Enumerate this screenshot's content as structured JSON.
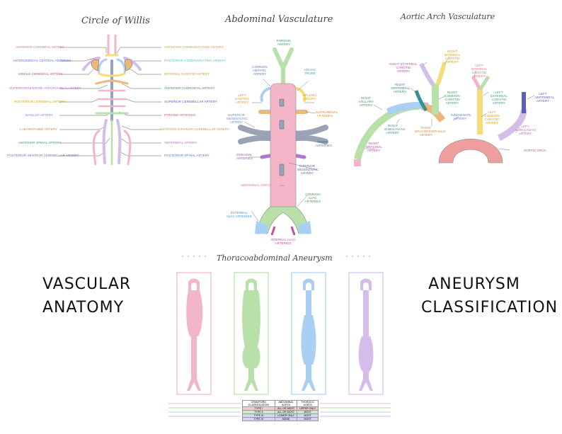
{
  "circle_of_willis": {
    "title": "Circle of Willis",
    "left_labels": [
      {
        "text": "ANTERIOR CEREBRAL ARTERY",
        "color": "#e07a8a"
      },
      {
        "text": "ANTEROMEDIAL CENTRAL ARTERIES",
        "color": "#5a7fd0"
      },
      {
        "text": "MIDDLE CEREBRAL ARTERY",
        "color": "#c0507a"
      },
      {
        "text": "SUPERIOR/INFERIOR HYPOPHYSEAL ARTERY",
        "color": "#b070d0"
      },
      {
        "text": "POSTERIOR CEREBRAL ARTERY",
        "color": "#e0a020"
      },
      {
        "text": "BASILAR ARTERY",
        "color": "#7090d0"
      },
      {
        "text": "LABYRINTHINE ARTERY",
        "color": "#e08840"
      },
      {
        "text": "ANTERIOR SPINAL ARTERY",
        "color": "#40a060"
      },
      {
        "text": "POSTERIOR INFERIOR CEREBELLAR ARTERY",
        "color": "#6080b0"
      }
    ],
    "right_labels": [
      {
        "text": "ANTERIOR COMMUNICATING ARTERY",
        "color": "#e0a020"
      },
      {
        "text": "POSTERIOR COMMUNICATING ARTERY",
        "color": "#70b8d0"
      },
      {
        "text": "INTERNAL CAROTID ARTERY",
        "color": "#e0a020"
      },
      {
        "text": "ANTERIOR CHOROIDAL ARTERY",
        "color": "#3a9090"
      },
      {
        "text": "SUPERIOR CEREBELLAR ARTERY",
        "color": "#5a60c0"
      },
      {
        "text": "PONTINE ARTERIES",
        "color": "#e0507a"
      },
      {
        "text": "ANTERIOR INFERIOR CEREBELLAR ARTERY",
        "color": "#e0a020"
      },
      {
        "text": "VERTEBRAL ARTERY",
        "color": "#c070c0"
      },
      {
        "text": "POSTERIOR SPINAL ARTERY",
        "color": "#5a7fd0"
      }
    ]
  },
  "abdominal": {
    "title": "Abdominal Vasculature",
    "labels": [
      {
        "text": "PHRENIC ARTERY",
        "color": "#40a060"
      },
      {
        "text": "COMMON HEPATIC ARTERY",
        "color": "#5a7fd0"
      },
      {
        "text": "CELIAC TRUNK",
        "color": "#40a0c0"
      },
      {
        "text": "LEFT GASTRIC ARTERY",
        "color": "#e0a020"
      },
      {
        "text": "SPLENIC ARTERY",
        "color": "#e0a020"
      },
      {
        "text": "SUPERIOR MESENTERIC ARTERY",
        "color": "#7090d0"
      },
      {
        "text": "SUPRARENAL ARTERIES",
        "color": "#e08840"
      },
      {
        "text": "RENAL ARTERIES",
        "color": "#7080a0"
      },
      {
        "text": "GONADAL ARTERIES",
        "color": "#b050c0"
      },
      {
        "text": "INFERIOR MESENTERIC ARTERY",
        "color": "#6070a0"
      },
      {
        "text": "ABDOMINAL AORTA",
        "color": "#e07aa0"
      },
      {
        "text": "COMMON ILIAC ARTERIES",
        "color": "#40a060"
      },
      {
        "text": "EXTERNAL ILIAC ARTERIES",
        "color": "#40a0d0"
      },
      {
        "text": "INTERNAL ILIAC ARTERIES",
        "color": "#c050a0"
      }
    ]
  },
  "aortic_arch": {
    "title": "Aortic Arch Vasculature",
    "labels": [
      {
        "text": "RIGHT INTERNAL CAROTID ARTERY",
        "color": "#e0a020"
      },
      {
        "text": "RIGHT EXTERNAL CAROTID ARTERY",
        "color": "#c050a0"
      },
      {
        "text": "LEFT INTERNAL CAROTID ARTERY",
        "color": "#e07a8a"
      },
      {
        "text": "RIGHT VERTEBRAL ARTERY",
        "color": "#3a9090"
      },
      {
        "text": "RIGHT COMMON CAROTID ARTERY",
        "color": "#40a060"
      },
      {
        "text": "LEFT EXTERNAL CAROTID ARTERY",
        "color": "#40a080"
      },
      {
        "text": "LEFT VERTEBRAL ARTERY",
        "color": "#5a60c0"
      },
      {
        "text": "RIGHT AXILLARY ARTERY",
        "color": "#40a060"
      },
      {
        "text": "INNOMINATE ARTERY",
        "color": "#5a7fd0"
      },
      {
        "text": "RIGHT SUBCLAVIAN ARTERY",
        "color": "#3a9090"
      },
      {
        "text": "RIGHT BRACHIOCEPHALIC ARTERY",
        "color": "#e08840"
      },
      {
        "text": "LEFT COMMON CAROTID ARTERY",
        "color": "#e0a020"
      },
      {
        "text": "LEFT SUBCLAVIAN ARTERY",
        "color": "#c070c0"
      },
      {
        "text": "RIGHT BRACHIAL ARTERY",
        "color": "#c050a0"
      },
      {
        "text": "AORTIC ARCH",
        "color": "#e05050"
      }
    ]
  },
  "aneurysm": {
    "title": "Thoracoabdominal Aneurysm",
    "table_headers": [
      "CRAWFORD CLASSIFICATION",
      "ABDOMINAL AORTA",
      "THORACIC AORTA"
    ],
    "table_rows": [
      {
        "cells": [
          "TYPE I",
          "ALL OR MOST",
          "UPPER ONLY"
        ],
        "color": "#f6c8d0"
      },
      {
        "cells": [
          "TYPE II",
          "ALL OR MOST",
          "MOST"
        ],
        "color": "#cfe9c8"
      },
      {
        "cells": [
          "TYPE III",
          "LOWER ONLY",
          "MOST"
        ],
        "color": "#c8def5"
      },
      {
        "cells": [
          "TYPE IV",
          "NONE",
          "MOST"
        ],
        "color": "#ddcdf0"
      }
    ]
  },
  "captions": {
    "left_line1": "VASCULAR",
    "left_line2": "ANATOMY",
    "right_line1": "ANEURYSM",
    "right_line2": "CLASSIFICATION"
  },
  "colors": {
    "pink": "#f3b6c8",
    "green": "#b9e0a8",
    "blue": "#a9cff2",
    "purple": "#d4bde8",
    "gray": "#9aa2b8",
    "yellow": "#f5dc7a",
    "orange": "#f0b878",
    "salmon": "#ee9e9e"
  }
}
